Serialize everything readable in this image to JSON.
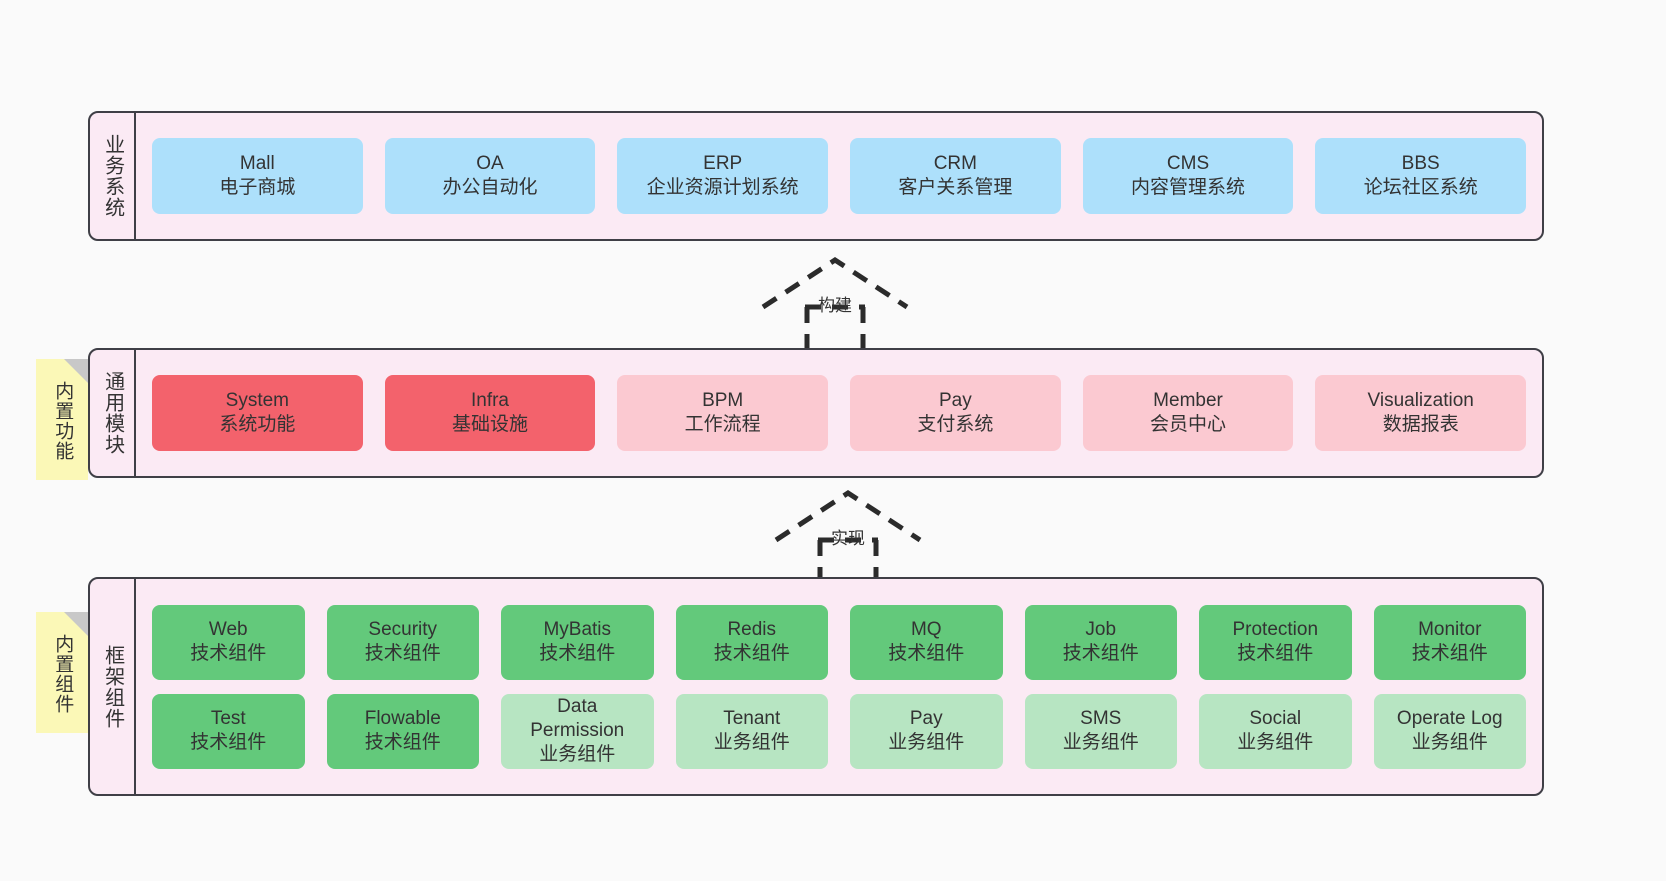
{
  "diagram": {
    "background": "#fafafa",
    "panel_fill": "#fbeaf4",
    "panel_border": "#3f3f46",
    "palette": {
      "business_system": "#ade0fb",
      "core_module": "#f3626c",
      "optional_module": "#fbc9d1",
      "tech_component": "#63c97b",
      "biz_component": "#b7e5c2",
      "note": "#fbf8b7"
    }
  },
  "notes": [
    {
      "id": "built-in-functions",
      "text": "内置功能"
    },
    {
      "id": "built-in-components",
      "text": "内置组件"
    }
  ],
  "connectors": [
    {
      "id": "build",
      "label": "构建",
      "style": "dashed-hollow-triangle",
      "direction": "up"
    },
    {
      "id": "implement",
      "label": "实现",
      "style": "dashed-hollow-triangle",
      "direction": "up"
    }
  ],
  "layers": [
    {
      "id": "business-system",
      "title": "业务系统",
      "rows": [
        {
          "cards": [
            {
              "name": "Mall",
              "sub": "电子商城",
              "color": "#ade0fb"
            },
            {
              "name": "OA",
              "sub": "办公自动化",
              "color": "#ade0fb"
            },
            {
              "name": "ERP",
              "sub": "企业资源计划系统",
              "color": "#ade0fb"
            },
            {
              "name": "CRM",
              "sub": "客户关系管理",
              "color": "#ade0fb"
            },
            {
              "name": "CMS",
              "sub": "内容管理系统",
              "color": "#ade0fb"
            },
            {
              "name": "BBS",
              "sub": "论坛社区系统",
              "color": "#ade0fb"
            }
          ]
        }
      ]
    },
    {
      "id": "common-modules",
      "title": "通用模块",
      "rows": [
        {
          "cards": [
            {
              "name": "System",
              "sub": "系统功能",
              "color": "#f3626c"
            },
            {
              "name": "Infra",
              "sub": "基础设施",
              "color": "#f3626c"
            },
            {
              "name": "BPM",
              "sub": "工作流程",
              "color": "#fbc9d1"
            },
            {
              "name": "Pay",
              "sub": "支付系统",
              "color": "#fbc9d1"
            },
            {
              "name": "Member",
              "sub": "会员中心",
              "color": "#fbc9d1"
            },
            {
              "name": "Visualization",
              "sub": "数据报表",
              "color": "#fbc9d1"
            }
          ]
        }
      ]
    },
    {
      "id": "framework-components",
      "title": "框架组件",
      "rows": [
        {
          "cards": [
            {
              "name": "Web",
              "sub": "技术组件",
              "color": "#63c97b"
            },
            {
              "name": "Security",
              "sub": "技术组件",
              "color": "#63c97b"
            },
            {
              "name": "MyBatis",
              "sub": "技术组件",
              "color": "#63c97b"
            },
            {
              "name": "Redis",
              "sub": "技术组件",
              "color": "#63c97b"
            },
            {
              "name": "MQ",
              "sub": "技术组件",
              "color": "#63c97b"
            },
            {
              "name": "Job",
              "sub": "技术组件",
              "color": "#63c97b"
            },
            {
              "name": "Protection",
              "sub": "技术组件",
              "color": "#63c97b"
            },
            {
              "name": "Monitor",
              "sub": "技术组件",
              "color": "#63c97b"
            }
          ]
        },
        {
          "cards": [
            {
              "name": "Test",
              "sub": "技术组件",
              "color": "#63c97b"
            },
            {
              "name": "Flowable",
              "sub": "技术组件",
              "color": "#63c97b"
            },
            {
              "name": "Data",
              "name2": "Permission",
              "sub": "业务组件",
              "color": "#b7e5c2"
            },
            {
              "name": "Tenant",
              "sub": "业务组件",
              "color": "#b7e5c2"
            },
            {
              "name": "Pay",
              "sub": "业务组件",
              "color": "#b7e5c2"
            },
            {
              "name": "SMS",
              "sub": "业务组件",
              "color": "#b7e5c2"
            },
            {
              "name": "Social",
              "sub": "业务组件",
              "color": "#b7e5c2"
            },
            {
              "name": "Operate Log",
              "sub": "业务组件",
              "color": "#b7e5c2"
            }
          ]
        }
      ]
    }
  ]
}
